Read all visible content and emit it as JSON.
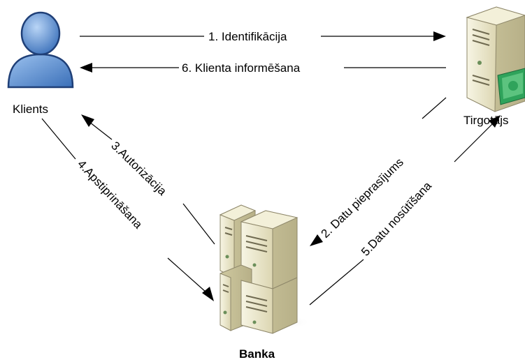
{
  "nodes": {
    "client": {
      "label": "Klients",
      "icon": "user-icon"
    },
    "merchant": {
      "label": "Tirgotājs",
      "icon": "server-with-money-icon"
    },
    "bank": {
      "label": "Banka",
      "icon": "server-cluster-icon"
    }
  },
  "edges": {
    "e1": {
      "label": "1. Identifikācija"
    },
    "e2": {
      "label": "2. Datu pieprasījums"
    },
    "e3": {
      "label": "3.Autorizācija"
    },
    "e4": {
      "label": "4.Apstiprināšana"
    },
    "e5": {
      "label": "5.Datu nosūtīšana"
    },
    "e6": {
      "label": "6. Klienta informēšana"
    }
  },
  "colors": {
    "user_body": "#5b8fd0",
    "user_stroke": "#1f3f77",
    "server_face": "#ece8c8",
    "server_side": "#d6d1aa",
    "money": "#2fa35b"
  }
}
